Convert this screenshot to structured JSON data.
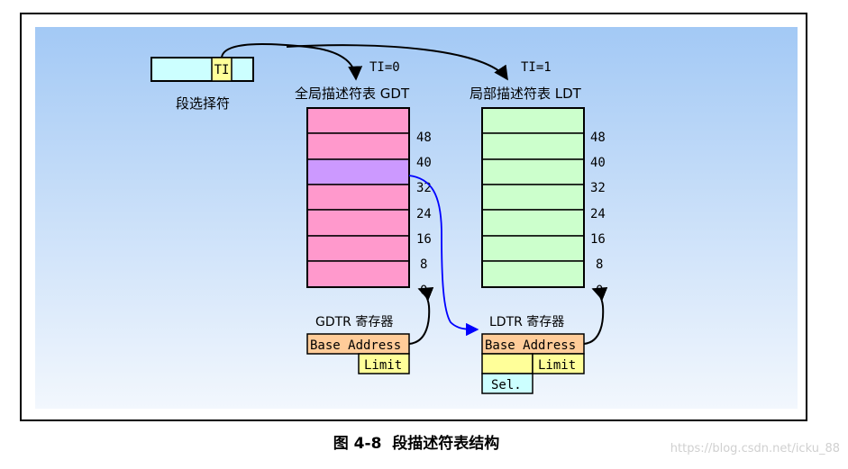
{
  "selector": {
    "ti_label": "TI",
    "caption": "段选择符"
  },
  "gdt": {
    "title": "全局描述符表 GDT",
    "arrow_label": "TI=0",
    "offsets": [
      "48",
      "40",
      "32",
      "24",
      "16",
      "8",
      "0"
    ]
  },
  "ldt": {
    "title": "局部描述符表 LDT",
    "arrow_label": "TI=1",
    "offsets": [
      "48",
      "40",
      "32",
      "24",
      "16",
      "8",
      "0"
    ]
  },
  "gdtr": {
    "title": "GDTR 寄存器",
    "base_label": "Base Address",
    "limit_label": "Limit"
  },
  "ldtr": {
    "title": "LDTR 寄存器",
    "base_label": "Base Address",
    "limit_label": "Limit",
    "selector_label": "Sel."
  },
  "figure_caption": "图 4-8  段描述符表结构",
  "watermark": "https://blog.csdn.net/icku_88",
  "colors": {
    "panel": "#a7ccf6",
    "selector_box": "#ccffff",
    "ti_box": "#ffff99",
    "gdt_row": "#ff99cc",
    "gdt_selected_row": "#cc99ff",
    "ldt_row": "#ccffcc",
    "register_base": "#ffcc99",
    "register_limit": "#ffff99",
    "sel_box": "#ccffff",
    "blue_arrow": "#0000ff"
  }
}
